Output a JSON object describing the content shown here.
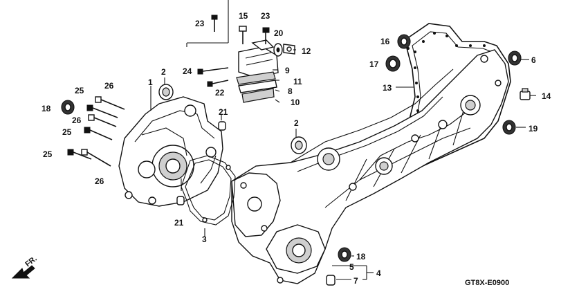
{
  "diagram": {
    "code": "GT8X-E0900",
    "direction": "FR.",
    "callouts": {
      "c1": "1",
      "c2a": "2",
      "c2b": "2",
      "c3": "3",
      "c4": "4",
      "c5": "5",
      "c6": "6",
      "c7": "7",
      "c8": "8",
      "c9": "9",
      "c10": "10",
      "c11": "11",
      "c12": "12",
      "c13": "13",
      "c14": "14",
      "c15": "15",
      "c16": "16",
      "c17": "17",
      "c18a": "18",
      "c18b": "18",
      "c19": "19",
      "c20": "20",
      "c21a": "21",
      "c21b": "21",
      "c22": "22",
      "c23a": "23",
      "c23b": "23",
      "c24": "24",
      "c25a": "25",
      "c25b": "25",
      "c25c": "25",
      "c26a": "26",
      "c26b": "26",
      "c26c": "26"
    }
  }
}
